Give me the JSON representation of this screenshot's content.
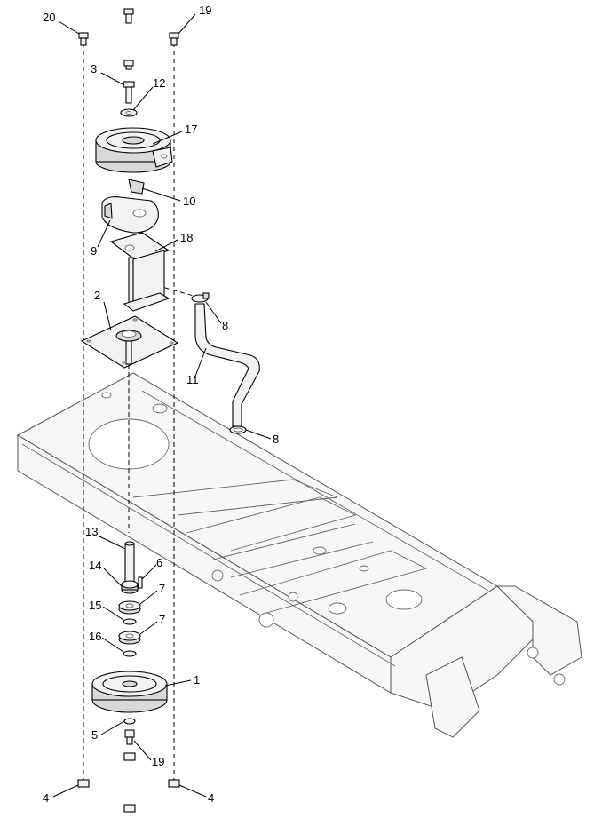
{
  "callouts": {
    "c20": "20",
    "c19_top": "19",
    "c3": "3",
    "c12": "12",
    "c17": "17",
    "c10": "10",
    "c9": "9",
    "c18": "18",
    "c2": "2",
    "c8_upper": "8",
    "c11": "11",
    "c8_lower": "8",
    "c13": "13",
    "c14": "14",
    "c6": "6",
    "c7_upper": "7",
    "c15": "15",
    "c7_lower": "7",
    "c16": "16",
    "c1": "1",
    "c5": "5",
    "c19_bottom": "19",
    "c4_left": "4",
    "c4_right": "4"
  }
}
